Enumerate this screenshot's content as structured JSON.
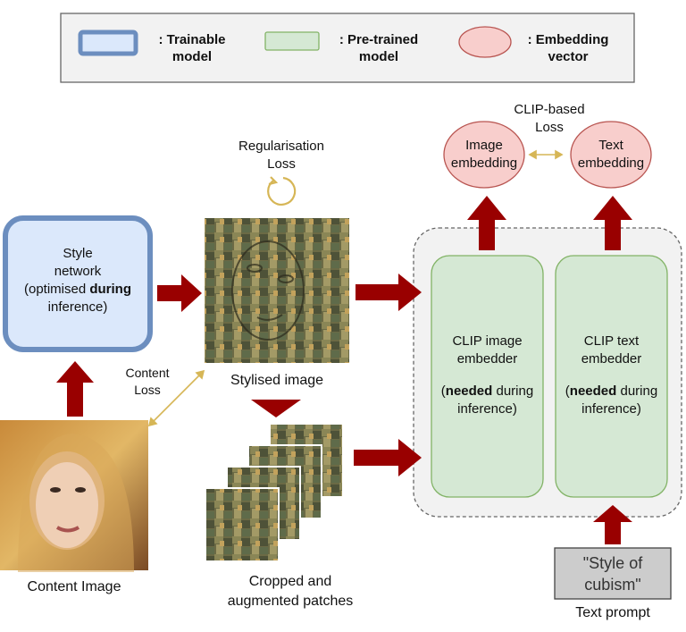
{
  "legend": {
    "trainable": ": Trainable model",
    "trainable_line1": ": Trainable",
    "trainable_line2": "model",
    "pretrained_line1": ": Pre-trained",
    "pretrained_line2": "model",
    "embedding_line1": ": Embedding",
    "embedding_line2": "vector"
  },
  "style_network": {
    "line1": "Style",
    "line2": "network",
    "line3_prefix": "(optimised ",
    "line3_bold": "during",
    "line4": "inference)"
  },
  "regularisation_loss": {
    "line1": "Regularisation",
    "line2": "Loss"
  },
  "content_loss": {
    "line1": "Content",
    "line2": "Loss"
  },
  "stylised_image_label": "Stylised image",
  "patches_label": {
    "line1": "Cropped and",
    "line2": "augmented patches"
  },
  "content_image_label": "Content Image",
  "clip_loss": {
    "line1": "CLIP-based",
    "line2": "Loss"
  },
  "image_embedding": {
    "line1": "Image",
    "line2": "embedding"
  },
  "text_embedding": {
    "line1": "Text",
    "line2": "embedding"
  },
  "clip_image_embedder": {
    "line1": "CLIP image",
    "line2": "embedder",
    "needed_bold": "needed",
    "needed_rest": " during",
    "line4": "inference)"
  },
  "clip_text_embedder": {
    "line1": "CLIP text",
    "line2": "embedder",
    "needed_bold": "needed",
    "needed_rest": " during",
    "line4": "inference)"
  },
  "text_prompt": {
    "line1": "\"Style of",
    "line2": "cubism\"",
    "caption": "Text prompt"
  },
  "colors": {
    "trainable_fill": "#dbe8fb",
    "trainable_stroke": "#6c8ebf",
    "pretrained_fill": "#d5e8d4",
    "pretrained_stroke": "#82b366",
    "embedding_fill": "#f8cecc",
    "embedding_stroke": "#b85450",
    "arrow": "#990000",
    "loss_arrow": "#d6b656",
    "prompt_fill": "#cccccc"
  }
}
